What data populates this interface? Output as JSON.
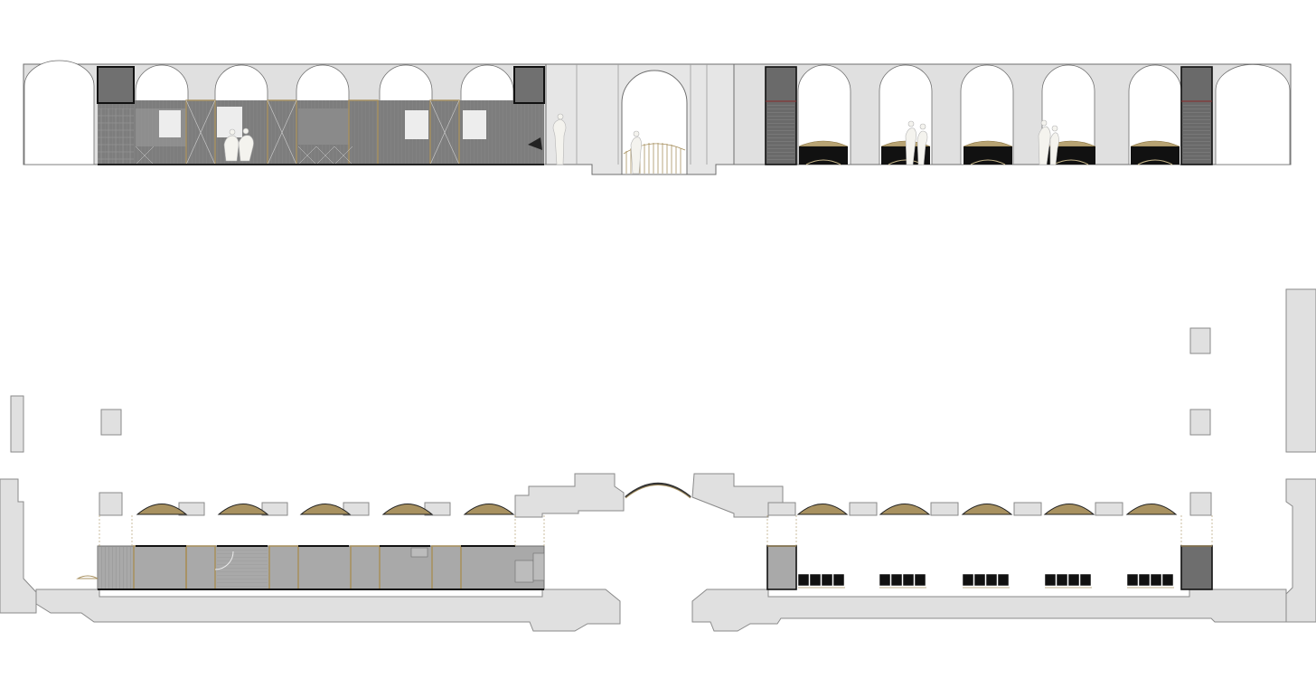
{
  "drawing": {
    "views": [
      {
        "id": "elevation",
        "kind": "arcade-elevation"
      },
      {
        "id": "plan",
        "kind": "floor-plan"
      }
    ],
    "colors": {
      "background": "#ffffff",
      "masonry": "#e0e0e0",
      "masonry_stroke": "#8a8a8a",
      "pavilion_fill": "#7d7d7d",
      "pavilion_light": "#a9a9a9",
      "pavilion_dark": "#5e5e5e",
      "service_box": "#707070",
      "gold_accent": "#a89160",
      "gold_fill": "#c9b98c",
      "seating": "#111111",
      "figure": "#f4f3ee"
    }
  }
}
